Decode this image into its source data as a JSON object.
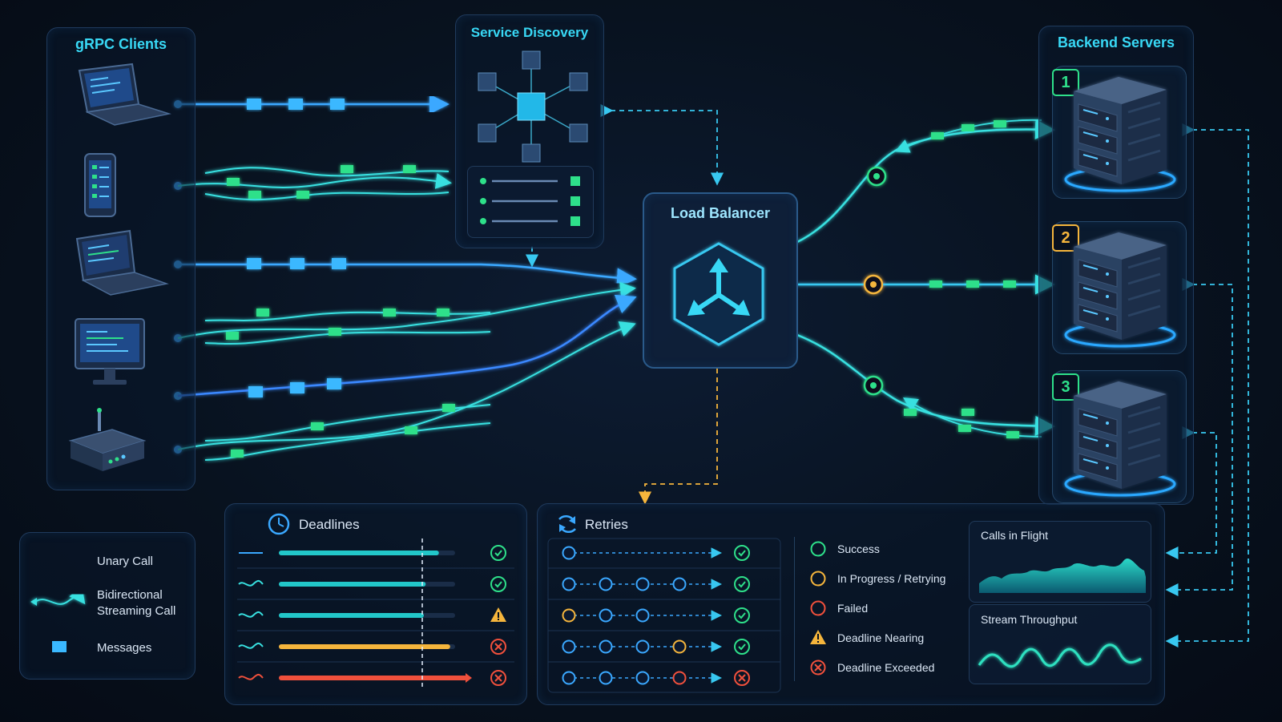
{
  "panels": {
    "clients_title": "gRPC Clients",
    "discovery_title": "Service Discovery",
    "lb_title": "Load Balancer",
    "backends_title": "Backend Servers"
  },
  "servers": [
    {
      "num": "1",
      "color": "#2ee08a"
    },
    {
      "num": "2",
      "color": "#f5b53c"
    },
    {
      "num": "3",
      "color": "#2ee08a"
    }
  ],
  "legend": {
    "unary": "Unary Call",
    "bidi_line1": "Bidirectional",
    "bidi_line2": "Streaming Call",
    "messages": "Messages"
  },
  "deadlines": {
    "title": "Deadlines",
    "rows": [
      {
        "fill": 0.85,
        "color": "#22c7c9",
        "status": "success"
      },
      {
        "fill": 0.78,
        "color": "#22c7c9",
        "status": "success"
      },
      {
        "fill": 0.77,
        "color": "#22c7c9",
        "status": "warning"
      },
      {
        "fill": 0.91,
        "color": "#f5b53c",
        "status": "failed"
      },
      {
        "fill": 1.0,
        "color": "#f0503c",
        "status": "failed"
      }
    ]
  },
  "retries": {
    "title": "Retries",
    "rows": [
      {
        "attempts": [
          "success"
        ],
        "result": "success"
      },
      {
        "attempts": [
          "success",
          "success",
          "success",
          "success"
        ],
        "result": "success"
      },
      {
        "attempts": [
          "progress",
          "success",
          "success"
        ],
        "result": "success"
      },
      {
        "attempts": [
          "success",
          "success",
          "success",
          "progress"
        ],
        "result": "success"
      },
      {
        "attempts": [
          "success",
          "success",
          "success",
          "failed"
        ],
        "result": "failed"
      }
    ]
  },
  "status_legend": {
    "success": "Success",
    "progress": "In Progress / Retrying",
    "failed": "Failed",
    "nearing": "Deadline Nearing",
    "exceeded": "Deadline Exceeded"
  },
  "metrics": {
    "calls_title": "Calls in Flight",
    "stream_title": "Stream Throughput"
  },
  "colors": {
    "accent": "#38d8f5",
    "success": "#2ee08a",
    "progress": "#f5b53c",
    "failed": "#f0503c",
    "unary": "#3aa8ff",
    "stream": "#38e0e0"
  }
}
